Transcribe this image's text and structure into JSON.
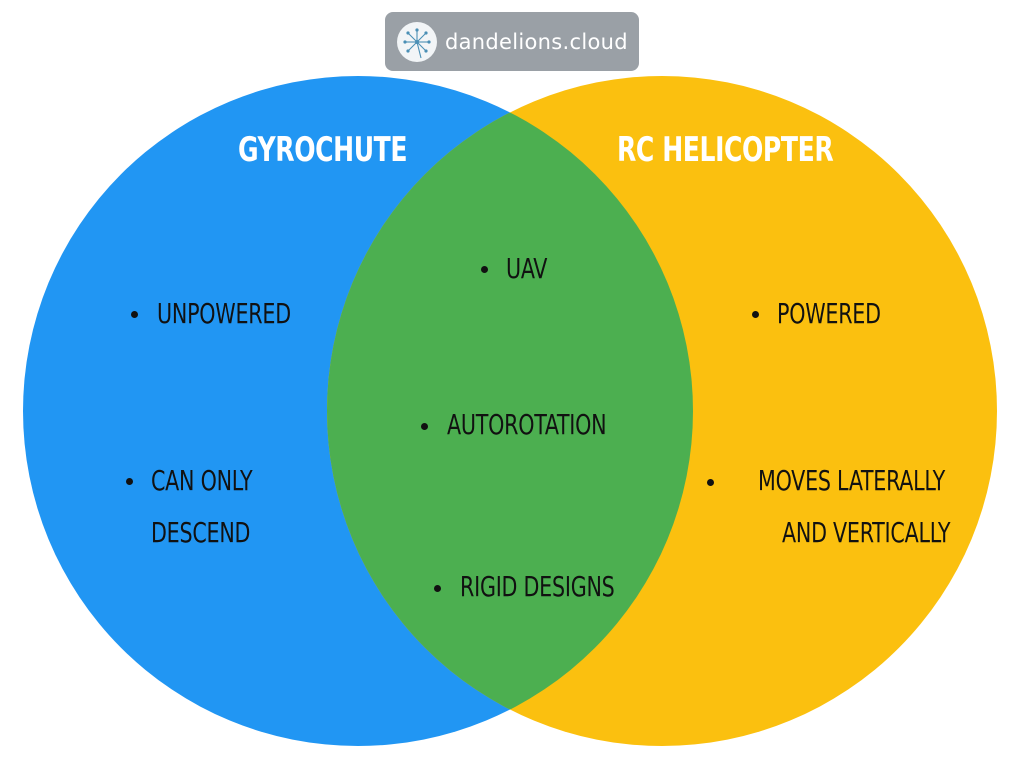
{
  "brand": {
    "name": "dandelions.cloud",
    "icon": "dandelion-icon"
  },
  "diagram": {
    "type": "venn",
    "left_set": {
      "title": "GYROCHUTE",
      "color": "#2196f3",
      "items": [
        "UNPOWERED",
        "CAN ONLY DESCEND"
      ]
    },
    "right_set": {
      "title": "RC HELICOPTER",
      "color": "#fbc00f",
      "items": [
        "POWERED",
        "MOVES LATERALLY AND VERTICALLY"
      ]
    },
    "overlap": {
      "color": "#4caf50",
      "items": [
        "UAV",
        "AUTOROTATION",
        "RIGID DESIGNS"
      ]
    }
  },
  "labels": {
    "left_1": "UNPOWERED",
    "left_2a": "CAN ONLY",
    "left_2b": "DESCEND",
    "right_1": "POWERED",
    "right_2a": "MOVES LATERALLY",
    "right_2b": "AND VERTICALLY",
    "mid_1": "UAV",
    "mid_2": "AUTOROTATION",
    "mid_3": "RIGID DESIGNS"
  }
}
